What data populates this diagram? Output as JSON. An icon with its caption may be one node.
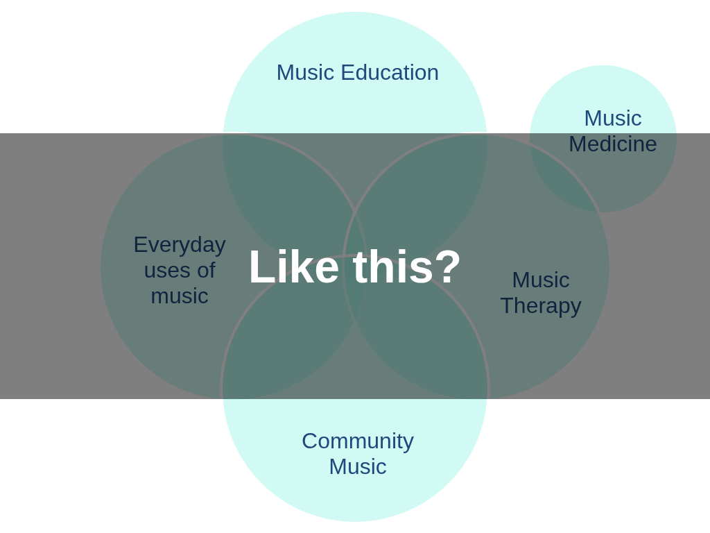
{
  "diagram": {
    "title": "Like this?",
    "nodes": [
      {
        "text": [
          "Music Education"
        ]
      },
      {
        "text": [
          "Music Medicine"
        ]
      },
      {
        "text": [
          "Everyday uses of music"
        ]
      },
      {
        "text": [
          "Music Therapy"
        ]
      },
      {
        "text": [
          "Community Music"
        ]
      }
    ]
  }
}
